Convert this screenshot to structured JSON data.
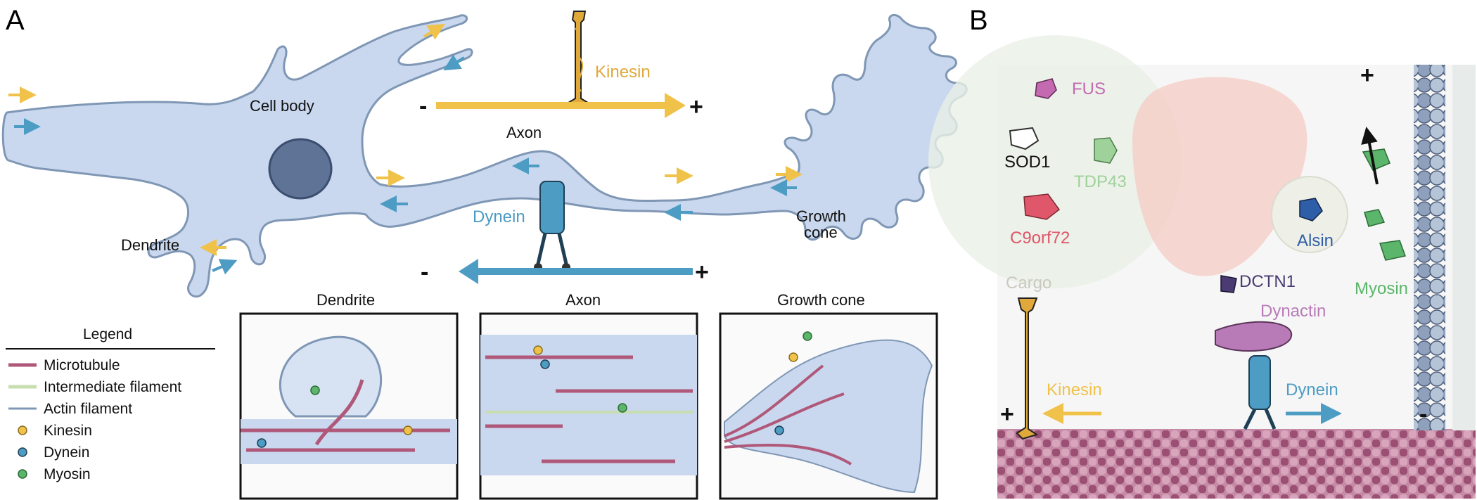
{
  "panel_a": {
    "letter": "A",
    "labels": {
      "cell_body": "Cell body",
      "dendrite": "Dendrite",
      "axon": "Axon",
      "growth_cone_line1": "Growth",
      "growth_cone_line2": "cone",
      "kinesin": "Kinesin",
      "dynein": "Dynein",
      "minus": "-",
      "plus": "+"
    },
    "zoom_boxes": [
      {
        "title": "Dendrite"
      },
      {
        "title": "Axon"
      },
      {
        "title": "Growth cone"
      }
    ],
    "legend": {
      "title": "Legend",
      "items": [
        {
          "label": "Microtubule",
          "color": "#b0587a",
          "kind": "line"
        },
        {
          "label": "Intermediate filament",
          "color": "#c8deb0",
          "kind": "line"
        },
        {
          "label": "Actin filament",
          "color": "#7f97b5",
          "kind": "line"
        },
        {
          "label": "Kinesin",
          "color": "#f0c24a",
          "kind": "dot"
        },
        {
          "label": "Dynein",
          "color": "#4d9cc4",
          "kind": "dot"
        },
        {
          "label": "Myosin",
          "color": "#5bb56a",
          "kind": "dot"
        }
      ]
    }
  },
  "panel_b": {
    "letter": "B",
    "labels": {
      "fus": "FUS",
      "sod1": "SOD1",
      "tdp43": "TDP43",
      "c9orf72": "C9orf72",
      "cargo": "Cargo",
      "alsin": "Alsin",
      "dctn1": "DCTN1",
      "dynactin": "Dynactin",
      "myosin": "Myosin",
      "kinesin": "Kinesin",
      "dynein": "Dynein",
      "plus": "+",
      "minus": "-"
    }
  },
  "colors": {
    "kinesin": "#f0c24a",
    "dynein": "#4d9cc4",
    "myosin": "#5bb56a",
    "microtubule": "#b0587a",
    "neuron_fill": "#c9d8ee",
    "neuron_stroke": "#7f97b5",
    "nucleus": "#5f7396",
    "fus": "#c46ab0",
    "tdp43": "#9fd29a",
    "c9orf72": "#e0566a",
    "alsin": "#2f5ea8",
    "dctn1": "#4a3c73",
    "dynactin": "#b97bb8"
  }
}
